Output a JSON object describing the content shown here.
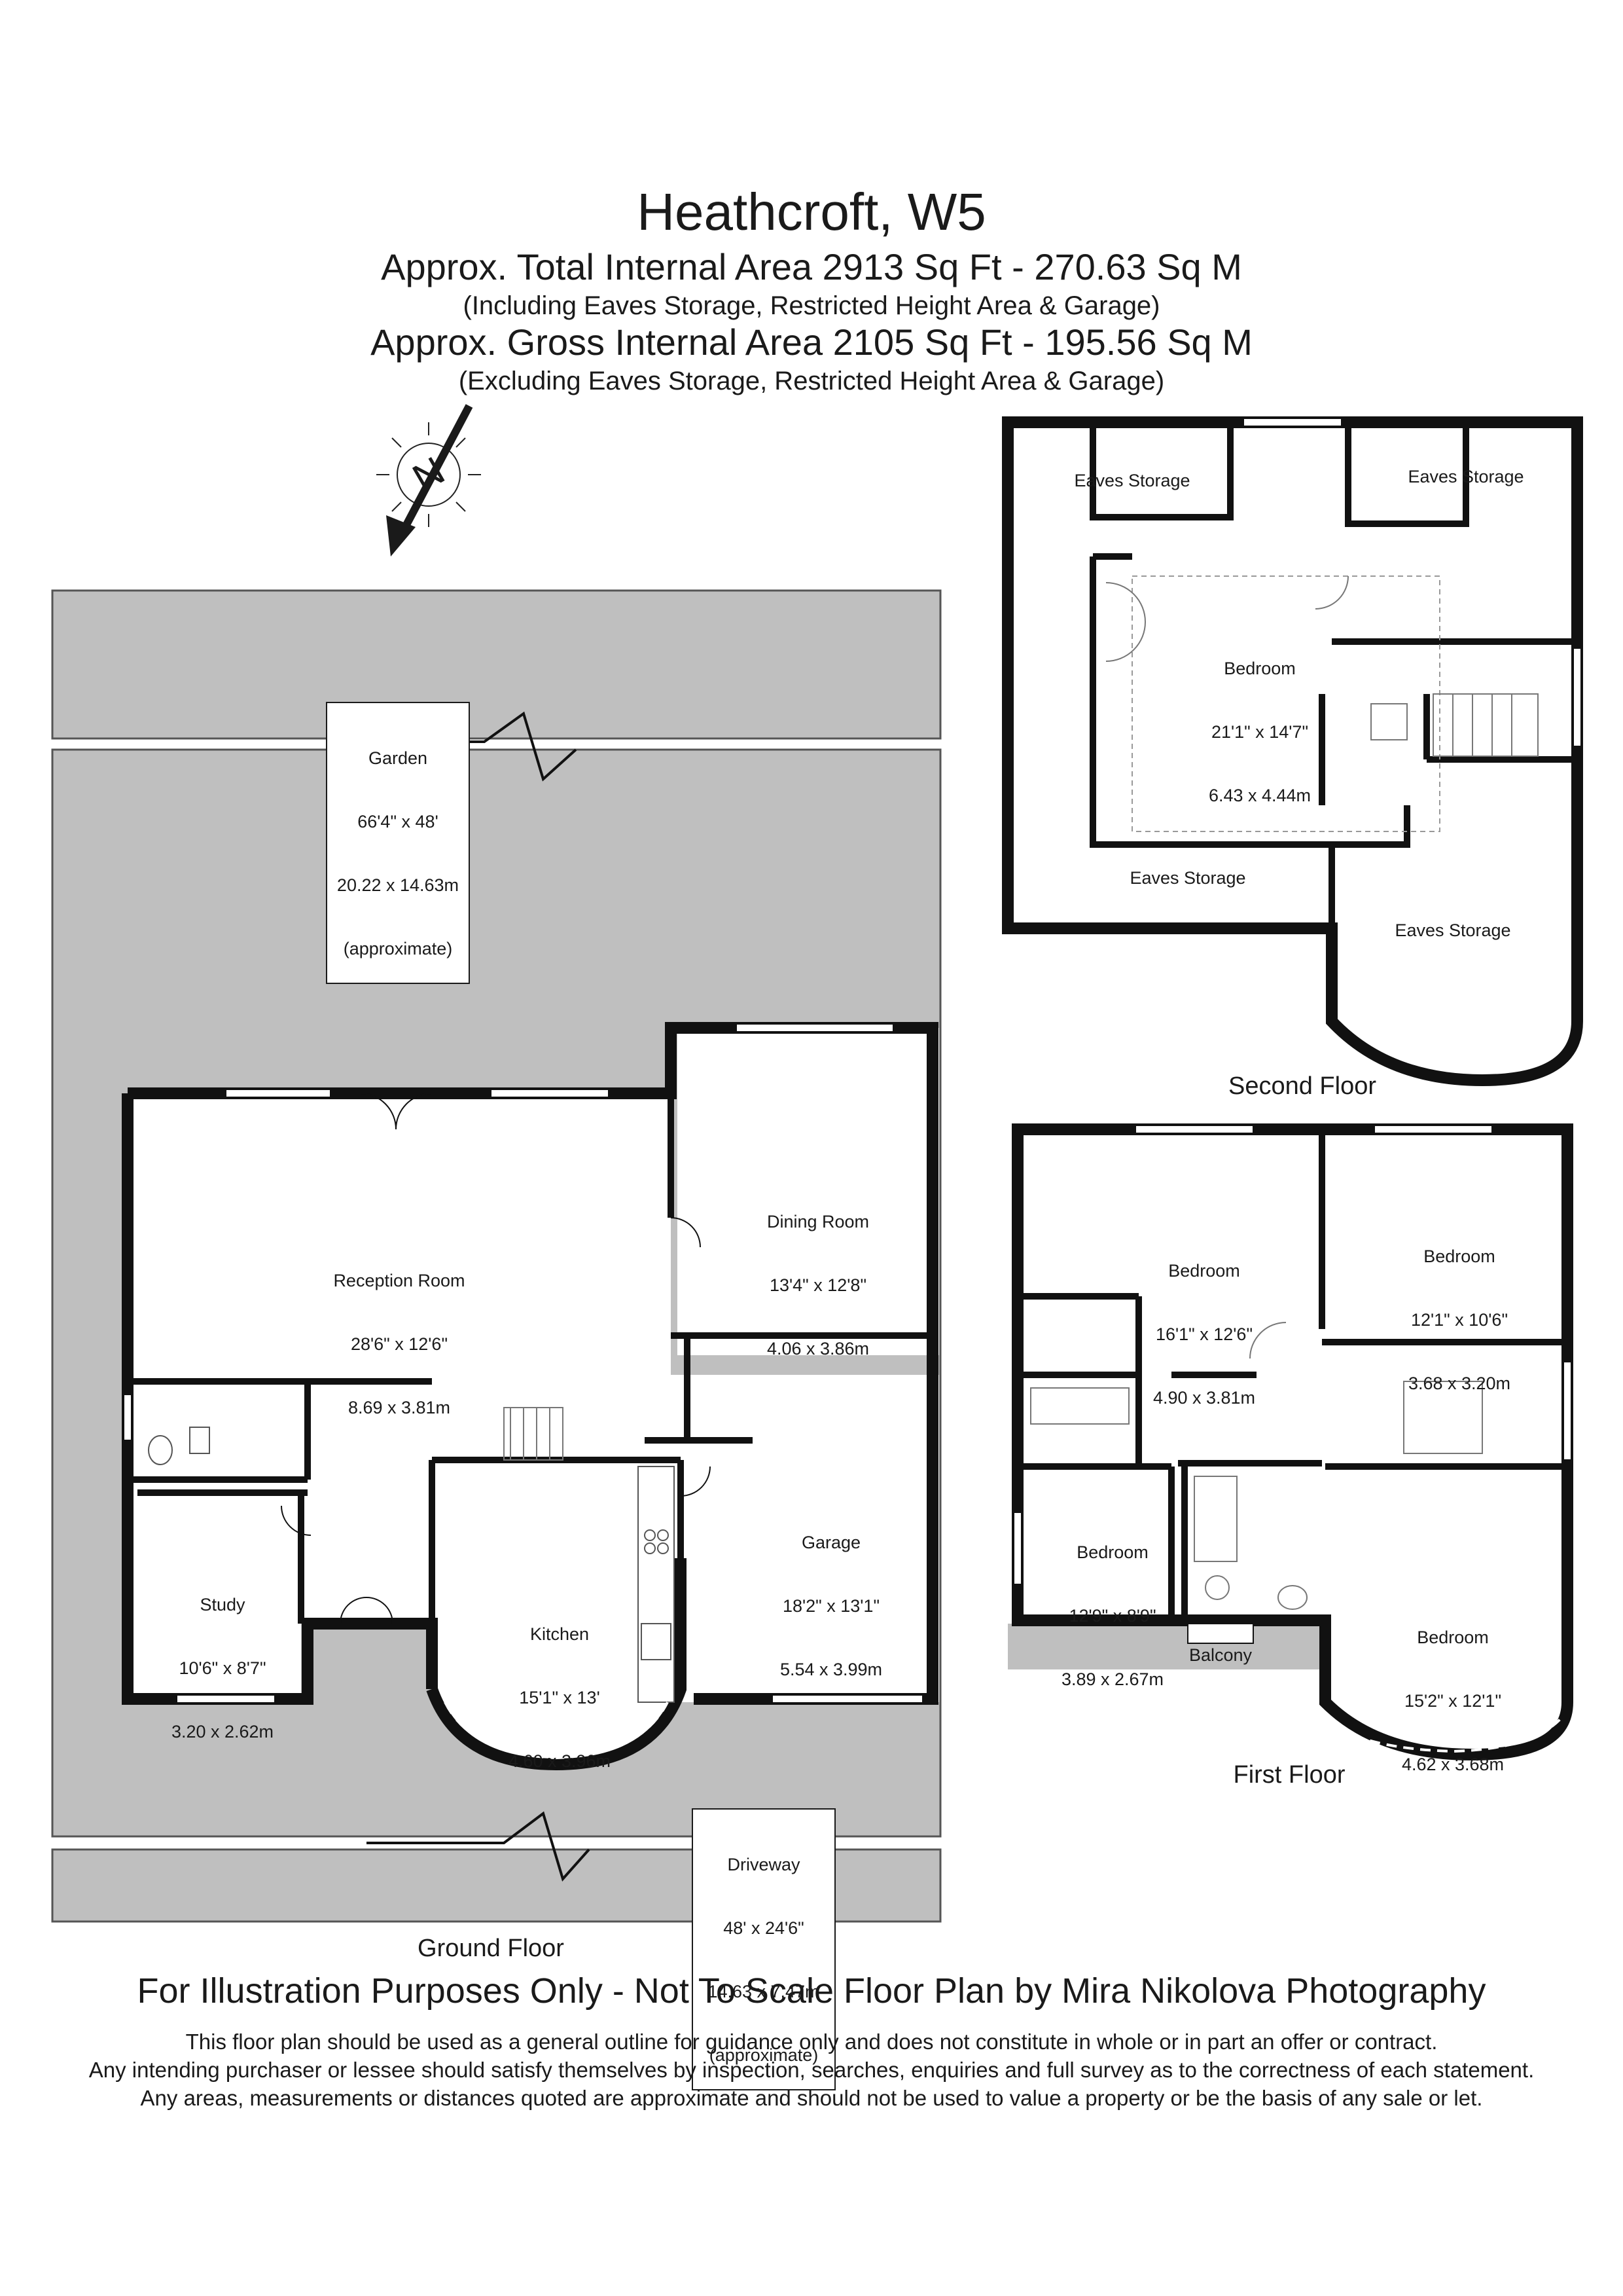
{
  "header": {
    "title": "Heathcroft, W5",
    "total_area": "Approx. Total Internal Area   2913 Sq Ft  -  270.63 Sq M",
    "total_note": "(Including Eaves Storage, Restricted Height Area & Garage)",
    "gross_area": "Approx. Gross Internal Area   2105 Sq Ft  -  195.56 Sq M",
    "gross_note": "(Excluding Eaves Storage, Restricted Height Area & Garage)"
  },
  "compass": {
    "letter": "N"
  },
  "ground_floor": {
    "label": "Ground Floor",
    "garden": {
      "name": "Garden",
      "dims_imp": "66'4\" x 48'",
      "dims_met": "20.22 x 14.63m",
      "note": "(approximate)"
    },
    "driveway": {
      "name": "Driveway",
      "dims_imp": "48' x 24'6\"",
      "dims_met": "14.63 x 7.47m",
      "note": "(approximate)"
    },
    "reception": {
      "name": "Reception Room",
      "dims_imp": "28'6\" x 12'6\"",
      "dims_met": "8.69 x 3.81m"
    },
    "dining": {
      "name": "Dining Room",
      "dims_imp": "13'4\" x 12'8\"",
      "dims_met": "4.06 x 3.86m"
    },
    "garage": {
      "name": "Garage",
      "dims_imp": "18'2\" x 13'1\"",
      "dims_met": "5.54 x 3.99m"
    },
    "kitchen": {
      "name": "Kitchen",
      "dims_imp": "15'1\" x 13'",
      "dims_met": "4.60 x 3.96m"
    },
    "study": {
      "name": "Study",
      "dims_imp": "10'6\" x 8'7\"",
      "dims_met": "3.20 x 2.62m"
    }
  },
  "first_floor": {
    "label": "First Floor",
    "bed1": {
      "name": "Bedroom",
      "dims_imp": "16'1\" x 12'6\"",
      "dims_met": "4.90 x 3.81m"
    },
    "bed2": {
      "name": "Bedroom",
      "dims_imp": "12'1\" x 10'6\"",
      "dims_met": "3.68 x 3.20m"
    },
    "bed3": {
      "name": "Bedroom",
      "dims_imp": "12'9\" x 8'9\"",
      "dims_met": "3.89 x 2.67m"
    },
    "bed4": {
      "name": "Bedroom",
      "dims_imp": "15'2\" x 12'1\"",
      "dims_met": "4.62 x 3.68m"
    },
    "balcony": "Balcony"
  },
  "second_floor": {
    "label": "Second Floor",
    "bedroom": {
      "name": "Bedroom",
      "dims_imp": "21'1\" x 14'7\"",
      "dims_met": "6.43 x 4.44m"
    },
    "eaves_nw": "Eaves Storage",
    "eaves_ne": "Eaves Storage",
    "eaves_s": "Eaves Storage",
    "eaves_se": "Eaves Storage"
  },
  "footer": {
    "main": "For Illustration Purposes Only - Not To Scale  Floor Plan by  Mira Nikolova Photography",
    "line1": "This floor plan should be used as a general outline for guidance only and does not constitute in whole or in part an offer or contract.",
    "line2": "Any intending purchaser or lessee should satisfy themselves by inspection, searches, enquiries and full survey as to the correctness of each statement.",
    "line3": "Any areas, measurements or distances quoted are approximate and should not be used to value a property or be the basis of any sale or let."
  }
}
